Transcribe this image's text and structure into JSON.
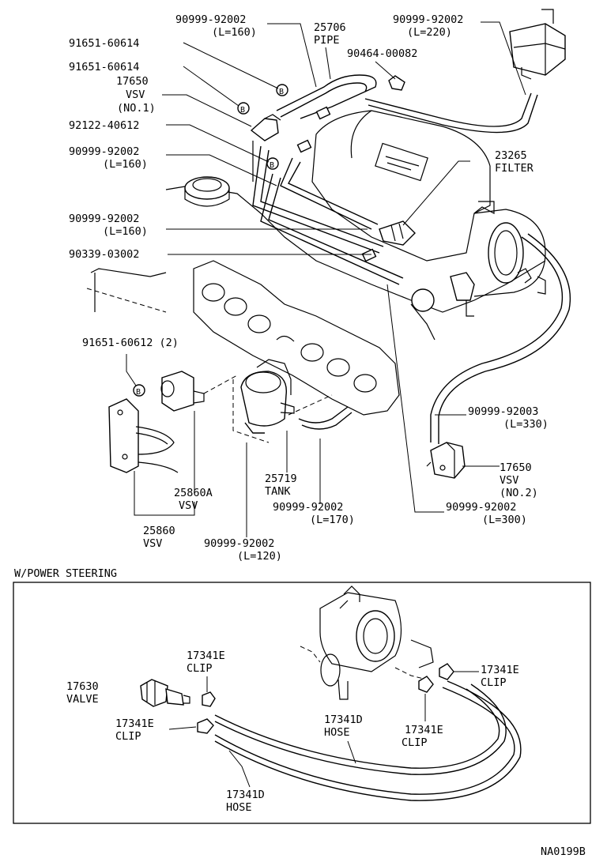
{
  "callouts": [
    {
      "id": "c1",
      "lines": [
        "90999-92002",
        "(L=160)"
      ]
    },
    {
      "id": "c2",
      "lines": [
        "25706",
        "PIPE"
      ]
    },
    {
      "id": "c3",
      "lines": [
        "90999-92002",
        "(L=220)"
      ]
    },
    {
      "id": "c4",
      "lines": [
        "91651-60614"
      ]
    },
    {
      "id": "c5",
      "lines": [
        "90464-00082"
      ]
    },
    {
      "id": "c6",
      "lines": [
        "91651-60614"
      ]
    },
    {
      "id": "c7",
      "lines": [
        "17650",
        "VSV",
        "(NO.1)"
      ]
    },
    {
      "id": "c8",
      "lines": [
        "92122-40612"
      ]
    },
    {
      "id": "c9",
      "lines": [
        "90999-92002",
        "(L=160)"
      ]
    },
    {
      "id": "c10",
      "lines": [
        "23265",
        "FILTER"
      ]
    },
    {
      "id": "c11",
      "lines": [
        "90999-92002",
        "(L=160)"
      ]
    },
    {
      "id": "c12",
      "lines": [
        "90339-03002"
      ]
    },
    {
      "id": "c13",
      "lines": [
        "91651-60612 (2)"
      ]
    },
    {
      "id": "c14",
      "lines": [
        "90999-92003",
        "(L=330)"
      ]
    },
    {
      "id": "c15",
      "lines": [
        "17650",
        "VSV",
        "(NO.2)"
      ]
    },
    {
      "id": "c16",
      "lines": [
        "25719",
        "TANK"
      ]
    },
    {
      "id": "c17",
      "lines": [
        "25860A",
        "VSV"
      ]
    },
    {
      "id": "c18",
      "lines": [
        "90999-92002",
        "(L=170)"
      ]
    },
    {
      "id": "c19",
      "lines": [
        "90999-92002",
        "(L=300)"
      ]
    },
    {
      "id": "c20",
      "lines": [
        "25860",
        "VSV"
      ]
    },
    {
      "id": "c21",
      "lines": [
        "90999-92002",
        "(L=120)"
      ]
    },
    {
      "id": "c22",
      "lines": [
        "17341E",
        "CLIP"
      ]
    },
    {
      "id": "c23",
      "lines": [
        "17341E",
        "CLIP"
      ]
    },
    {
      "id": "c24",
      "lines": [
        "17630",
        "VALVE"
      ]
    },
    {
      "id": "c25",
      "lines": [
        "17341E",
        "CLIP"
      ]
    },
    {
      "id": "c26",
      "lines": [
        "17341D",
        "HOSE"
      ]
    },
    {
      "id": "c27",
      "lines": [
        "17341E",
        "CLIP"
      ]
    },
    {
      "id": "c28",
      "lines": [
        "17341D",
        "HOSE"
      ]
    }
  ],
  "bolt_marker": "B",
  "inset_title": "W/POWER STEERING",
  "figure_code": "NA0199B"
}
